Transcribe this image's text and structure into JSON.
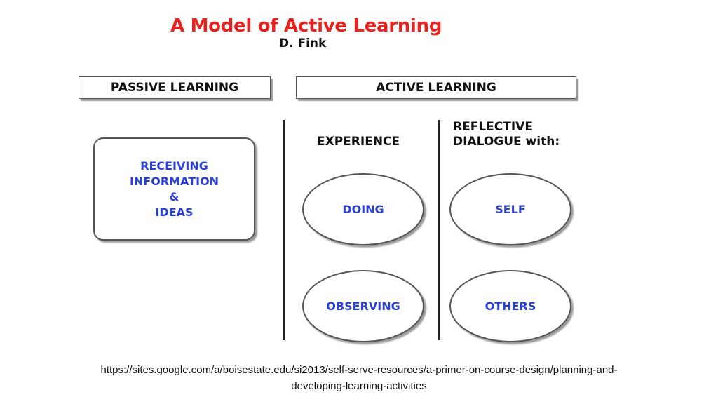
{
  "title": "A Model of Active Learning",
  "subtitle": "D. Fink",
  "headers": {
    "passive": "PASSIVE LEARNING",
    "active": "ACTIVE LEARNING"
  },
  "passive": {
    "lines": [
      "RECEIVING",
      "INFORMATION",
      "&",
      "IDEAS"
    ]
  },
  "experience": {
    "heading": "EXPERIENCE",
    "items": [
      "DOING",
      "OBSERVING"
    ]
  },
  "reflective": {
    "heading_lines": [
      "REFLECTIVE",
      "DIALOGUE with:"
    ],
    "items": [
      "SELF",
      "OTHERS"
    ]
  },
  "source": {
    "line1": "https://sites.google.com/a/boisestate.edu/si2013/self-serve-resources/a-primer-on-course-design/planning-and-",
    "line2": "developing-learning-activities"
  },
  "colors": {
    "title": "#e8231f",
    "node_text": "#2a3fd6",
    "heading_text": "#111111"
  }
}
